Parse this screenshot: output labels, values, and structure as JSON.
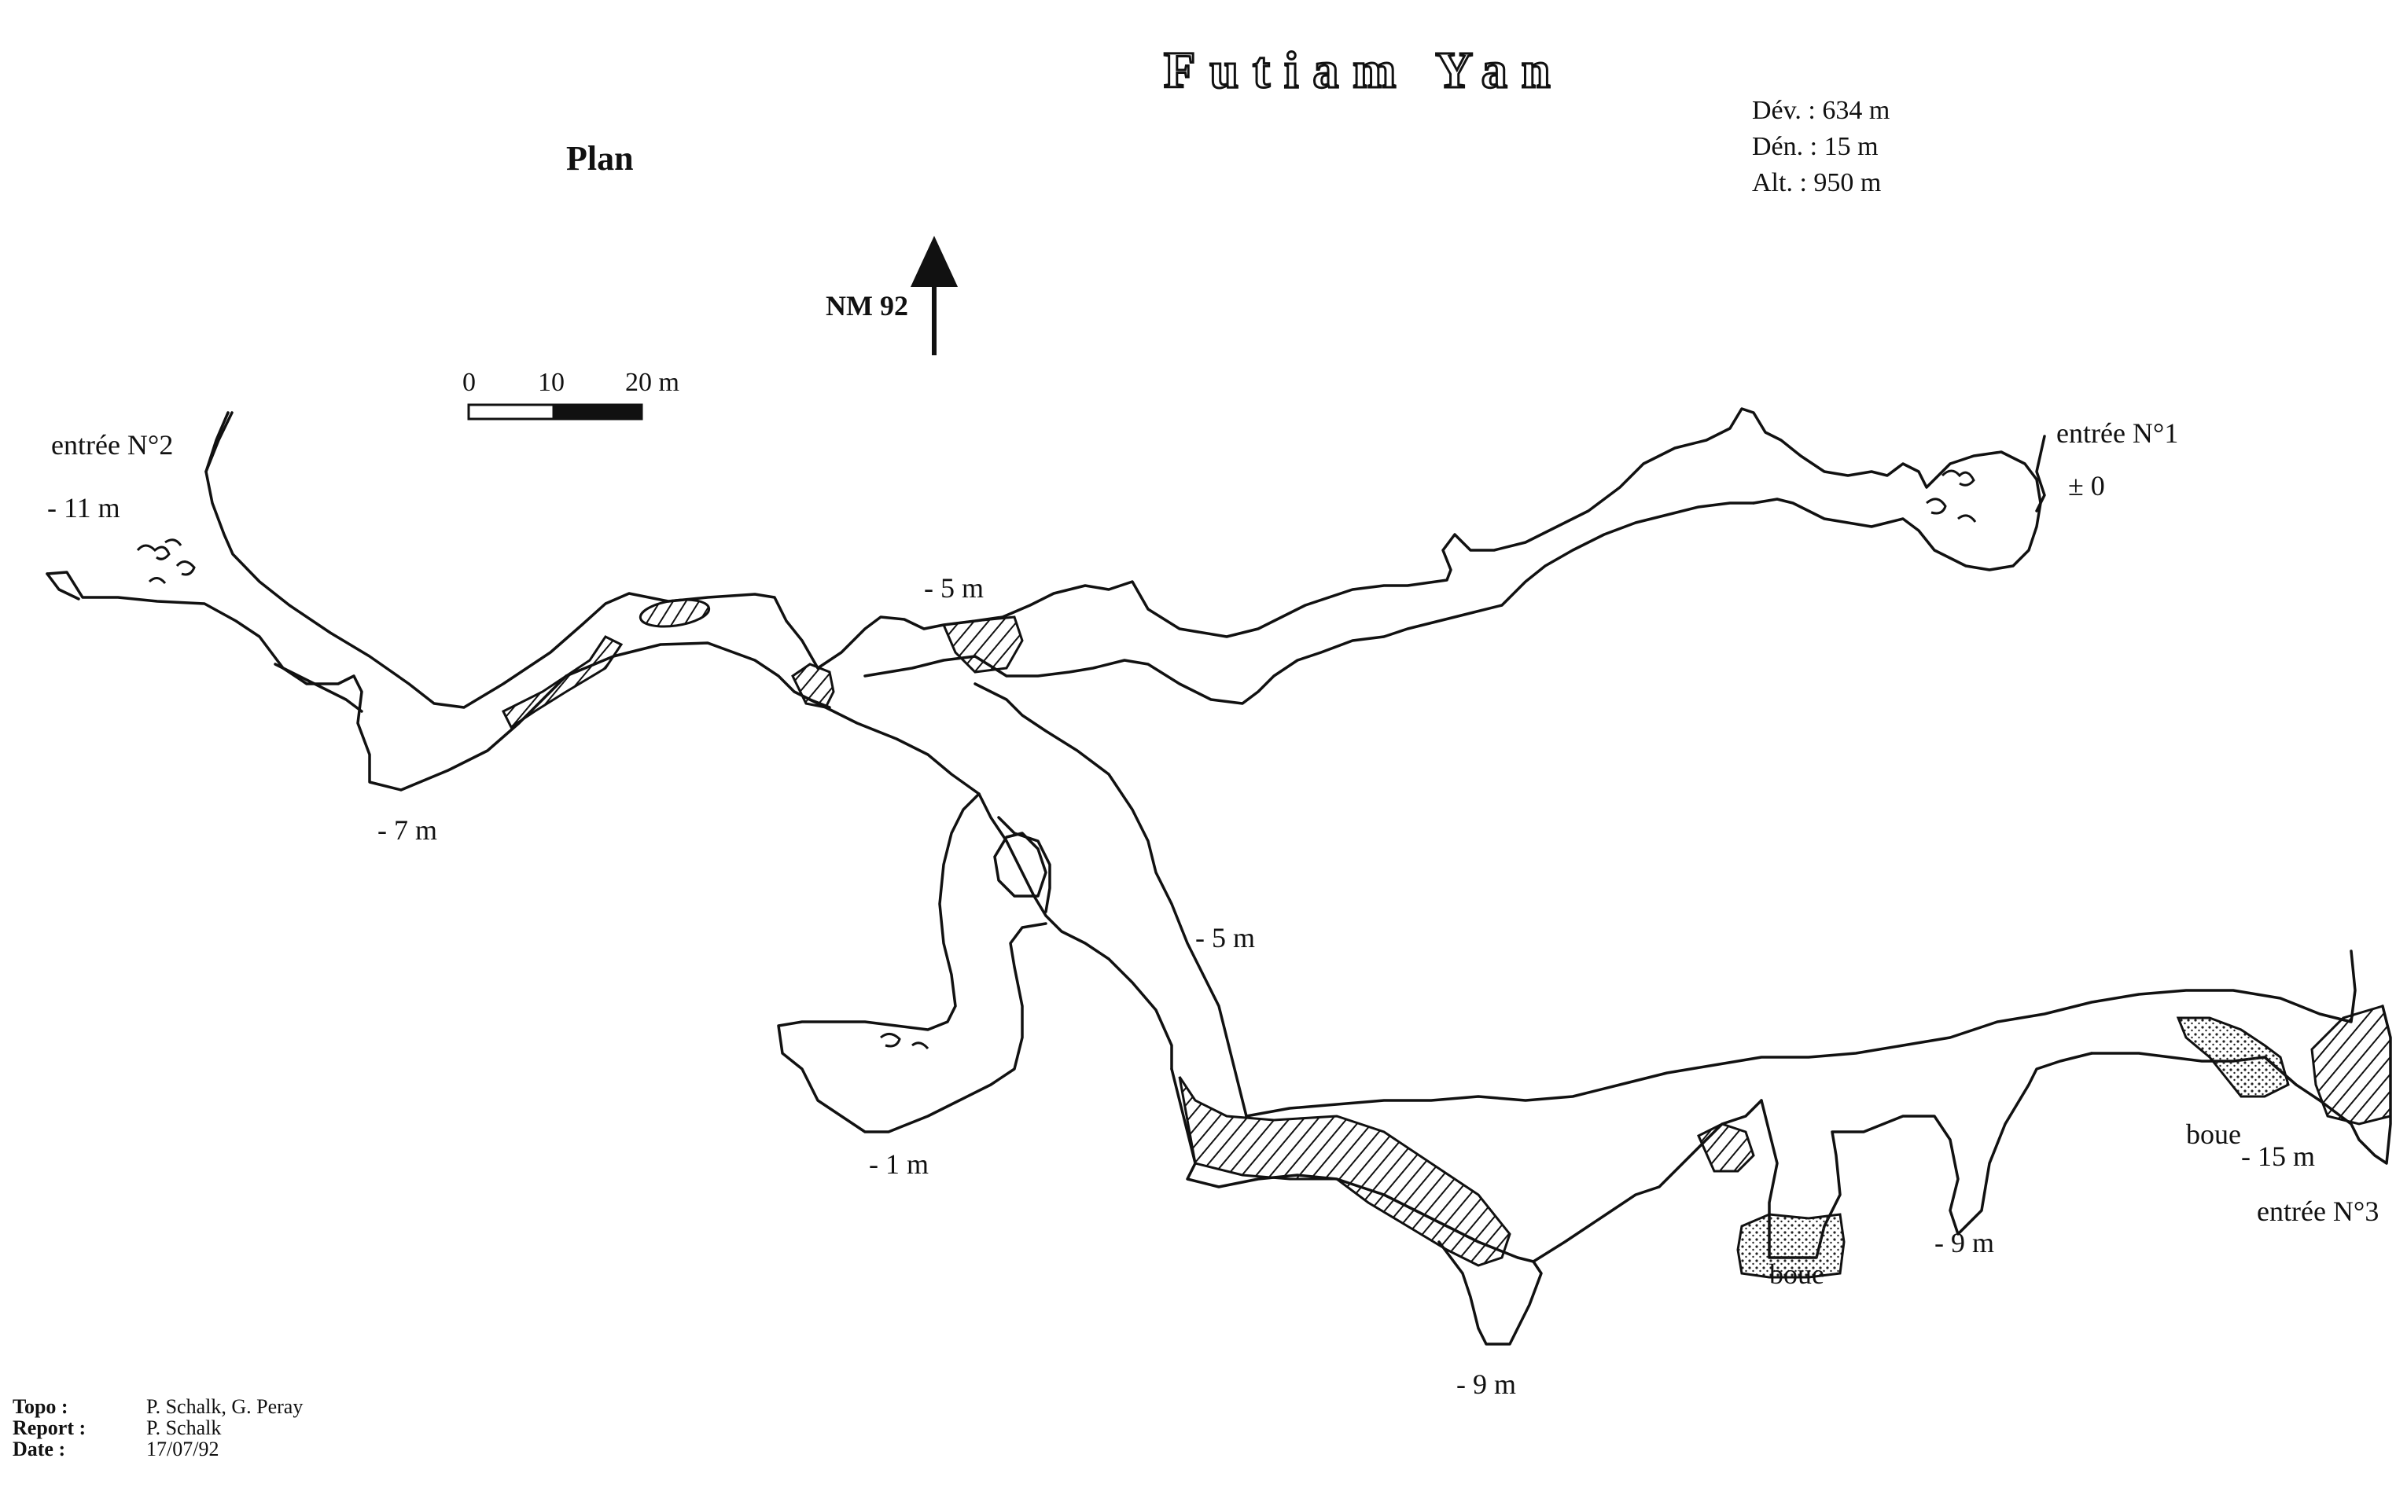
{
  "title": "Futiam Yan",
  "view_label": "Plan",
  "stats": {
    "development": "Dév. : 634 m",
    "denivelation": "Dén. : 15 m",
    "altitude": "Alt. : 950 m"
  },
  "north": {
    "label": "NM 92"
  },
  "scale": {
    "tick_0": "0",
    "tick_10": "10",
    "tick_20": "20 m"
  },
  "entrances": {
    "e1": {
      "name": "entrée N°1",
      "depth": "± 0"
    },
    "e2": {
      "name": "entrée N°2",
      "depth": "- 11 m"
    },
    "e3": {
      "name": "entrée N°3",
      "depth": "- 15 m"
    }
  },
  "depth_labels": [
    "- 7 m",
    "- 5 m",
    "- 5 m",
    "- 1 m",
    "- 9 m",
    "- 9 m"
  ],
  "mud_labels": [
    "boue",
    "boue"
  ],
  "credits": {
    "topo_key": "Topo :",
    "topo_val": "P. Schalk, G. Peray",
    "report_key": "Report :",
    "report_val": "P. Schalk",
    "date_key": "Date :",
    "date_val": "17/07/92"
  }
}
